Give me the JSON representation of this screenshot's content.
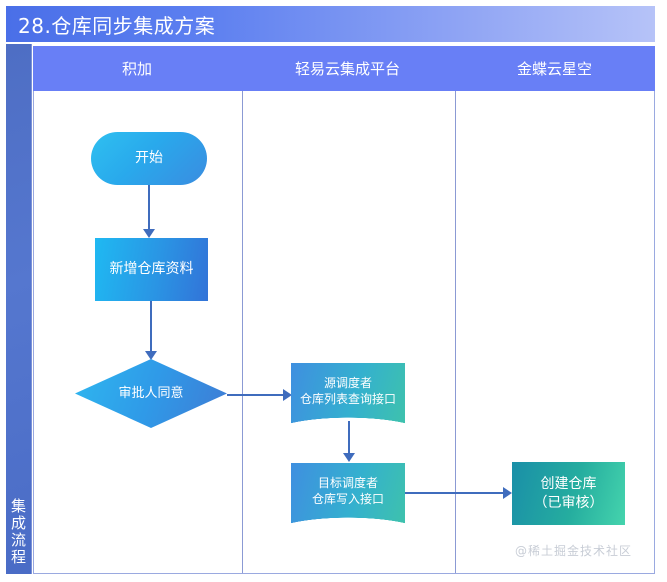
{
  "title": "28.仓库同步集成方案",
  "sidebar": {
    "label": "集成流程"
  },
  "lanes": [
    {
      "name": "积加"
    },
    {
      "name": "轻易云集成平台"
    },
    {
      "name": "金蝶云星空"
    }
  ],
  "nodes": {
    "start": "开始",
    "add_warehouse": "新增仓库资料",
    "approval": "审批人同意",
    "source_scheduler": "源调度者\n仓库列表查询接口",
    "target_scheduler": "目标调度者\n仓库写入接口",
    "create_warehouse": "创建仓库\n（已审核）"
  },
  "watermark": "@稀土掘金技术社区",
  "colors": {
    "title_bar_start": "#4a6fe8",
    "title_bar_end": "#b6c3f8",
    "lane_header": "#687ff6",
    "side_band": "#5577cf",
    "connector": "#3f6cbd",
    "node_blue_start": "#2fc0f0",
    "node_blue_end": "#3272d9",
    "node_teal_start": "#3f8fe0",
    "node_teal_end": "#3ec2ac",
    "node_green_start": "#1a8fa8",
    "node_green_end": "#45d4ad",
    "divider": "#8b9ad4"
  }
}
